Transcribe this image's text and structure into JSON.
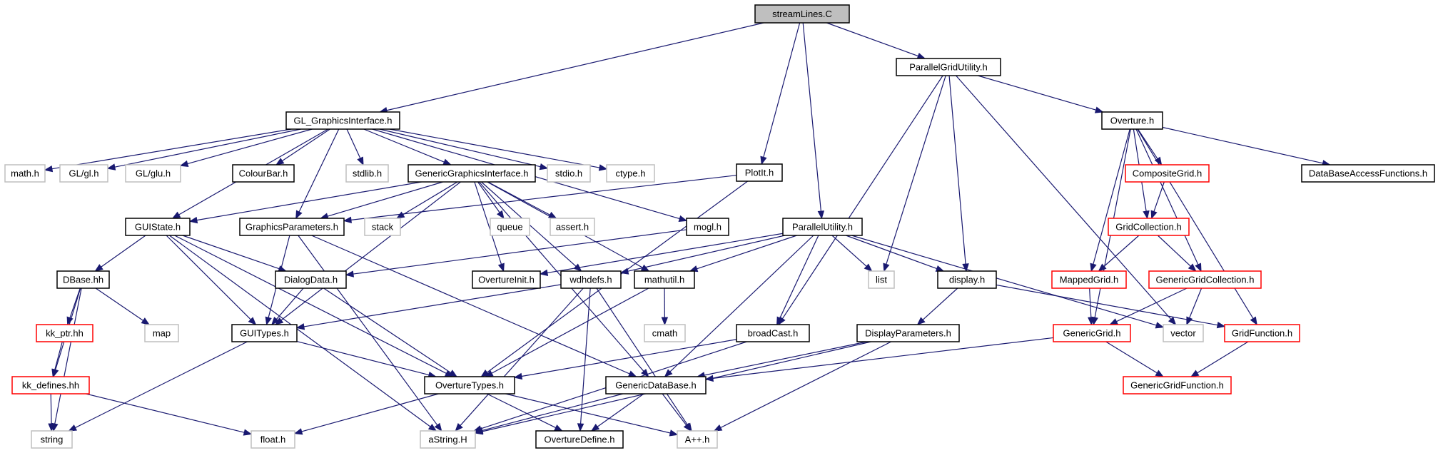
{
  "nodes": [
    {
      "id": "streamLines",
      "label": "streamLines.C",
      "style": "root"
    },
    {
      "id": "GL_GraphicsInterface",
      "label": "GL_GraphicsInterface.h",
      "style": "normal"
    },
    {
      "id": "PlotIt",
      "label": "PlotIt.h",
      "style": "normal"
    },
    {
      "id": "ParallelUtility",
      "label": "ParallelUtility.h",
      "style": "normal"
    },
    {
      "id": "ParallelGridUtility",
      "label": "ParallelGridUtility.h",
      "style": "normal"
    },
    {
      "id": "math",
      "label": "math.h",
      "style": "external"
    },
    {
      "id": "GLgl",
      "label": "GL/gl.h",
      "style": "external"
    },
    {
      "id": "GLglu",
      "label": "GL/glu.h",
      "style": "external"
    },
    {
      "id": "ColourBar",
      "label": "ColourBar.h",
      "style": "normal"
    },
    {
      "id": "stdlib",
      "label": "stdlib.h",
      "style": "external"
    },
    {
      "id": "GenericGraphicsInterface",
      "label": "GenericGraphicsInterface.h",
      "style": "normal"
    },
    {
      "id": "stdio",
      "label": "stdio.h",
      "style": "external"
    },
    {
      "id": "ctype",
      "label": "ctype.h",
      "style": "external"
    },
    {
      "id": "Overture",
      "label": "Overture.h",
      "style": "normal"
    },
    {
      "id": "DataBaseAccessFunctions",
      "label": "DataBaseAccessFunctions.h",
      "style": "normal"
    },
    {
      "id": "CompositeGrid",
      "label": "CompositeGrid.h",
      "style": "red"
    },
    {
      "id": "GUIState",
      "label": "GUIState.h",
      "style": "normal"
    },
    {
      "id": "GraphicsParameters",
      "label": "GraphicsParameters.h",
      "style": "normal"
    },
    {
      "id": "stack",
      "label": "stack",
      "style": "external"
    },
    {
      "id": "queue",
      "label": "queue",
      "style": "external"
    },
    {
      "id": "assert",
      "label": "assert.h",
      "style": "external"
    },
    {
      "id": "mogl",
      "label": "mogl.h",
      "style": "normal"
    },
    {
      "id": "GridCollection",
      "label": "GridCollection.h",
      "style": "red"
    },
    {
      "id": "DBase",
      "label": "DBase.hh",
      "style": "normal"
    },
    {
      "id": "DialogData",
      "label": "DialogData.h",
      "style": "normal"
    },
    {
      "id": "OvertureInit",
      "label": "OvertureInit.h",
      "style": "normal"
    },
    {
      "id": "wdhdefs",
      "label": "wdhdefs.h",
      "style": "normal"
    },
    {
      "id": "mathutil",
      "label": "mathutil.h",
      "style": "normal"
    },
    {
      "id": "list",
      "label": "list",
      "style": "external"
    },
    {
      "id": "display",
      "label": "display.h",
      "style": "normal"
    },
    {
      "id": "MappedGrid",
      "label": "MappedGrid.h",
      "style": "red"
    },
    {
      "id": "GenericGridCollection",
      "label": "GenericGridCollection.h",
      "style": "red"
    },
    {
      "id": "kk_ptr",
      "label": "kk_ptr.hh",
      "style": "red"
    },
    {
      "id": "map",
      "label": "map",
      "style": "external"
    },
    {
      "id": "GUITypes",
      "label": "GUITypes.h",
      "style": "normal"
    },
    {
      "id": "cmath",
      "label": "cmath",
      "style": "external"
    },
    {
      "id": "broadCast",
      "label": "broadCast.h",
      "style": "normal"
    },
    {
      "id": "DisplayParameters",
      "label": "DisplayParameters.h",
      "style": "normal"
    },
    {
      "id": "GenericGrid",
      "label": "GenericGrid.h",
      "style": "red"
    },
    {
      "id": "vector",
      "label": "vector",
      "style": "external"
    },
    {
      "id": "GridFunction",
      "label": "GridFunction.h",
      "style": "red"
    },
    {
      "id": "kk_defines",
      "label": "kk_defines.hh",
      "style": "red"
    },
    {
      "id": "OvertureTypes",
      "label": "OvertureTypes.h",
      "style": "normal"
    },
    {
      "id": "GenericDataBase",
      "label": "GenericDataBase.h",
      "style": "normal"
    },
    {
      "id": "GenericGridFunction",
      "label": "GenericGridFunction.h",
      "style": "red"
    },
    {
      "id": "string",
      "label": "string",
      "style": "external"
    },
    {
      "id": "float",
      "label": "float.h",
      "style": "external"
    },
    {
      "id": "aString",
      "label": "aString.H",
      "style": "external"
    },
    {
      "id": "OvertureDefine",
      "label": "OvertureDefine.h",
      "style": "normal"
    },
    {
      "id": "App",
      "label": "A++.h",
      "style": "external"
    }
  ],
  "edges": [
    [
      "streamLines",
      "GL_GraphicsInterface"
    ],
    [
      "streamLines",
      "PlotIt"
    ],
    [
      "streamLines",
      "ParallelUtility"
    ],
    [
      "streamLines",
      "ParallelGridUtility"
    ],
    [
      "GL_GraphicsInterface",
      "math"
    ],
    [
      "GL_GraphicsInterface",
      "GLgl"
    ],
    [
      "GL_GraphicsInterface",
      "GLglu"
    ],
    [
      "GL_GraphicsInterface",
      "ColourBar"
    ],
    [
      "GL_GraphicsInterface",
      "stdlib"
    ],
    [
      "GL_GraphicsInterface",
      "GenericGraphicsInterface"
    ],
    [
      "GL_GraphicsInterface",
      "stdio"
    ],
    [
      "GL_GraphicsInterface",
      "ctype"
    ],
    [
      "GL_GraphicsInterface",
      "mogl"
    ],
    [
      "GL_GraphicsInterface",
      "GUIState"
    ],
    [
      "GL_GraphicsInterface",
      "GraphicsParameters"
    ],
    [
      "GenericGraphicsInterface",
      "GUIState"
    ],
    [
      "GenericGraphicsInterface",
      "GraphicsParameters"
    ],
    [
      "GenericGraphicsInterface",
      "stack"
    ],
    [
      "GenericGraphicsInterface",
      "queue"
    ],
    [
      "GenericGraphicsInterface",
      "assert"
    ],
    [
      "GenericGraphicsInterface",
      "OvertureInit"
    ],
    [
      "GenericGraphicsInterface",
      "wdhdefs"
    ],
    [
      "GenericGraphicsInterface",
      "mathutil"
    ],
    [
      "GenericGraphicsInterface",
      "GUITypes"
    ],
    [
      "GenericGraphicsInterface",
      "GenericDataBase"
    ],
    [
      "PlotIt",
      "GraphicsParameters"
    ],
    [
      "PlotIt",
      "OvertureTypes"
    ],
    [
      "ParallelGridUtility",
      "list"
    ],
    [
      "ParallelGridUtility",
      "display"
    ],
    [
      "ParallelGridUtility",
      "broadCast"
    ],
    [
      "ParallelGridUtility",
      "Overture"
    ],
    [
      "ParallelGridUtility",
      "vector"
    ],
    [
      "Overture",
      "CompositeGrid"
    ],
    [
      "Overture",
      "DataBaseAccessFunctions"
    ],
    [
      "Overture",
      "GridCollection"
    ],
    [
      "Overture",
      "MappedGrid"
    ],
    [
      "Overture",
      "GenericGridCollection"
    ],
    [
      "Overture",
      "GenericGrid"
    ],
    [
      "Overture",
      "GridFunction"
    ],
    [
      "CompositeGrid",
      "GridCollection"
    ],
    [
      "GridCollection",
      "MappedGrid"
    ],
    [
      "GridCollection",
      "GenericGridCollection"
    ],
    [
      "MappedGrid",
      "GenericGrid"
    ],
    [
      "GenericGridCollection",
      "GenericGrid"
    ],
    [
      "GenericGridCollection",
      "vector"
    ],
    [
      "GenericGrid",
      "GenericDataBase"
    ],
    [
      "GenericGrid",
      "GenericGridFunction"
    ],
    [
      "GridFunction",
      "GenericGridFunction"
    ],
    [
      "GUIState",
      "DBase"
    ],
    [
      "GUIState",
      "DialogData"
    ],
    [
      "GUIState",
      "GUITypes"
    ],
    [
      "GUIState",
      "OvertureTypes"
    ],
    [
      "GUIState",
      "aString"
    ],
    [
      "GraphicsParameters",
      "GUITypes"
    ],
    [
      "GraphicsParameters",
      "GenericDataBase"
    ],
    [
      "GraphicsParameters",
      "aString"
    ],
    [
      "mogl",
      "DialogData"
    ],
    [
      "ParallelUtility",
      "OvertureInit"
    ],
    [
      "ParallelUtility",
      "wdhdefs"
    ],
    [
      "ParallelUtility",
      "mathutil"
    ],
    [
      "ParallelUtility",
      "list"
    ],
    [
      "ParallelUtility",
      "display"
    ],
    [
      "ParallelUtility",
      "broadCast"
    ],
    [
      "ParallelUtility",
      "GenericDataBase"
    ],
    [
      "ParallelUtility",
      "vector"
    ],
    [
      "display",
      "DisplayParameters"
    ],
    [
      "display",
      "GridFunction"
    ],
    [
      "DBase",
      "kk_ptr"
    ],
    [
      "DBase",
      "map"
    ],
    [
      "DBase",
      "kk_defines"
    ],
    [
      "DBase",
      "string"
    ],
    [
      "kk_ptr",
      "kk_defines"
    ],
    [
      "kk_defines",
      "string"
    ],
    [
      "kk_defines",
      "float"
    ],
    [
      "DialogData",
      "GUITypes"
    ],
    [
      "DialogData",
      "OvertureTypes"
    ],
    [
      "wdhdefs",
      "GUITypes"
    ],
    [
      "wdhdefs",
      "aString"
    ],
    [
      "wdhdefs",
      "OvertureDefine"
    ],
    [
      "wdhdefs",
      "App"
    ],
    [
      "mathutil",
      "cmath"
    ],
    [
      "mathutil",
      "OvertureTypes"
    ],
    [
      "GUITypes",
      "string"
    ],
    [
      "GUITypes",
      "OvertureTypes"
    ],
    [
      "broadCast",
      "OvertureTypes"
    ],
    [
      "broadCast",
      "aString"
    ],
    [
      "DisplayParameters",
      "GenericDataBase"
    ],
    [
      "DisplayParameters",
      "aString"
    ],
    [
      "DisplayParameters",
      "App"
    ],
    [
      "OvertureTypes",
      "float"
    ],
    [
      "OvertureTypes",
      "OvertureDefine"
    ],
    [
      "OvertureTypes",
      "App"
    ],
    [
      "GenericDataBase",
      "aString"
    ],
    [
      "GenericDataBase",
      "OvertureDefine"
    ],
    [
      "GenericDataBase",
      "App"
    ]
  ],
  "colors": {
    "edge": "#191970",
    "normal_border": "#000000",
    "red_border": "#ff0000",
    "external_border": "#bfbfbf",
    "root_fill": "#bfbfbf"
  }
}
